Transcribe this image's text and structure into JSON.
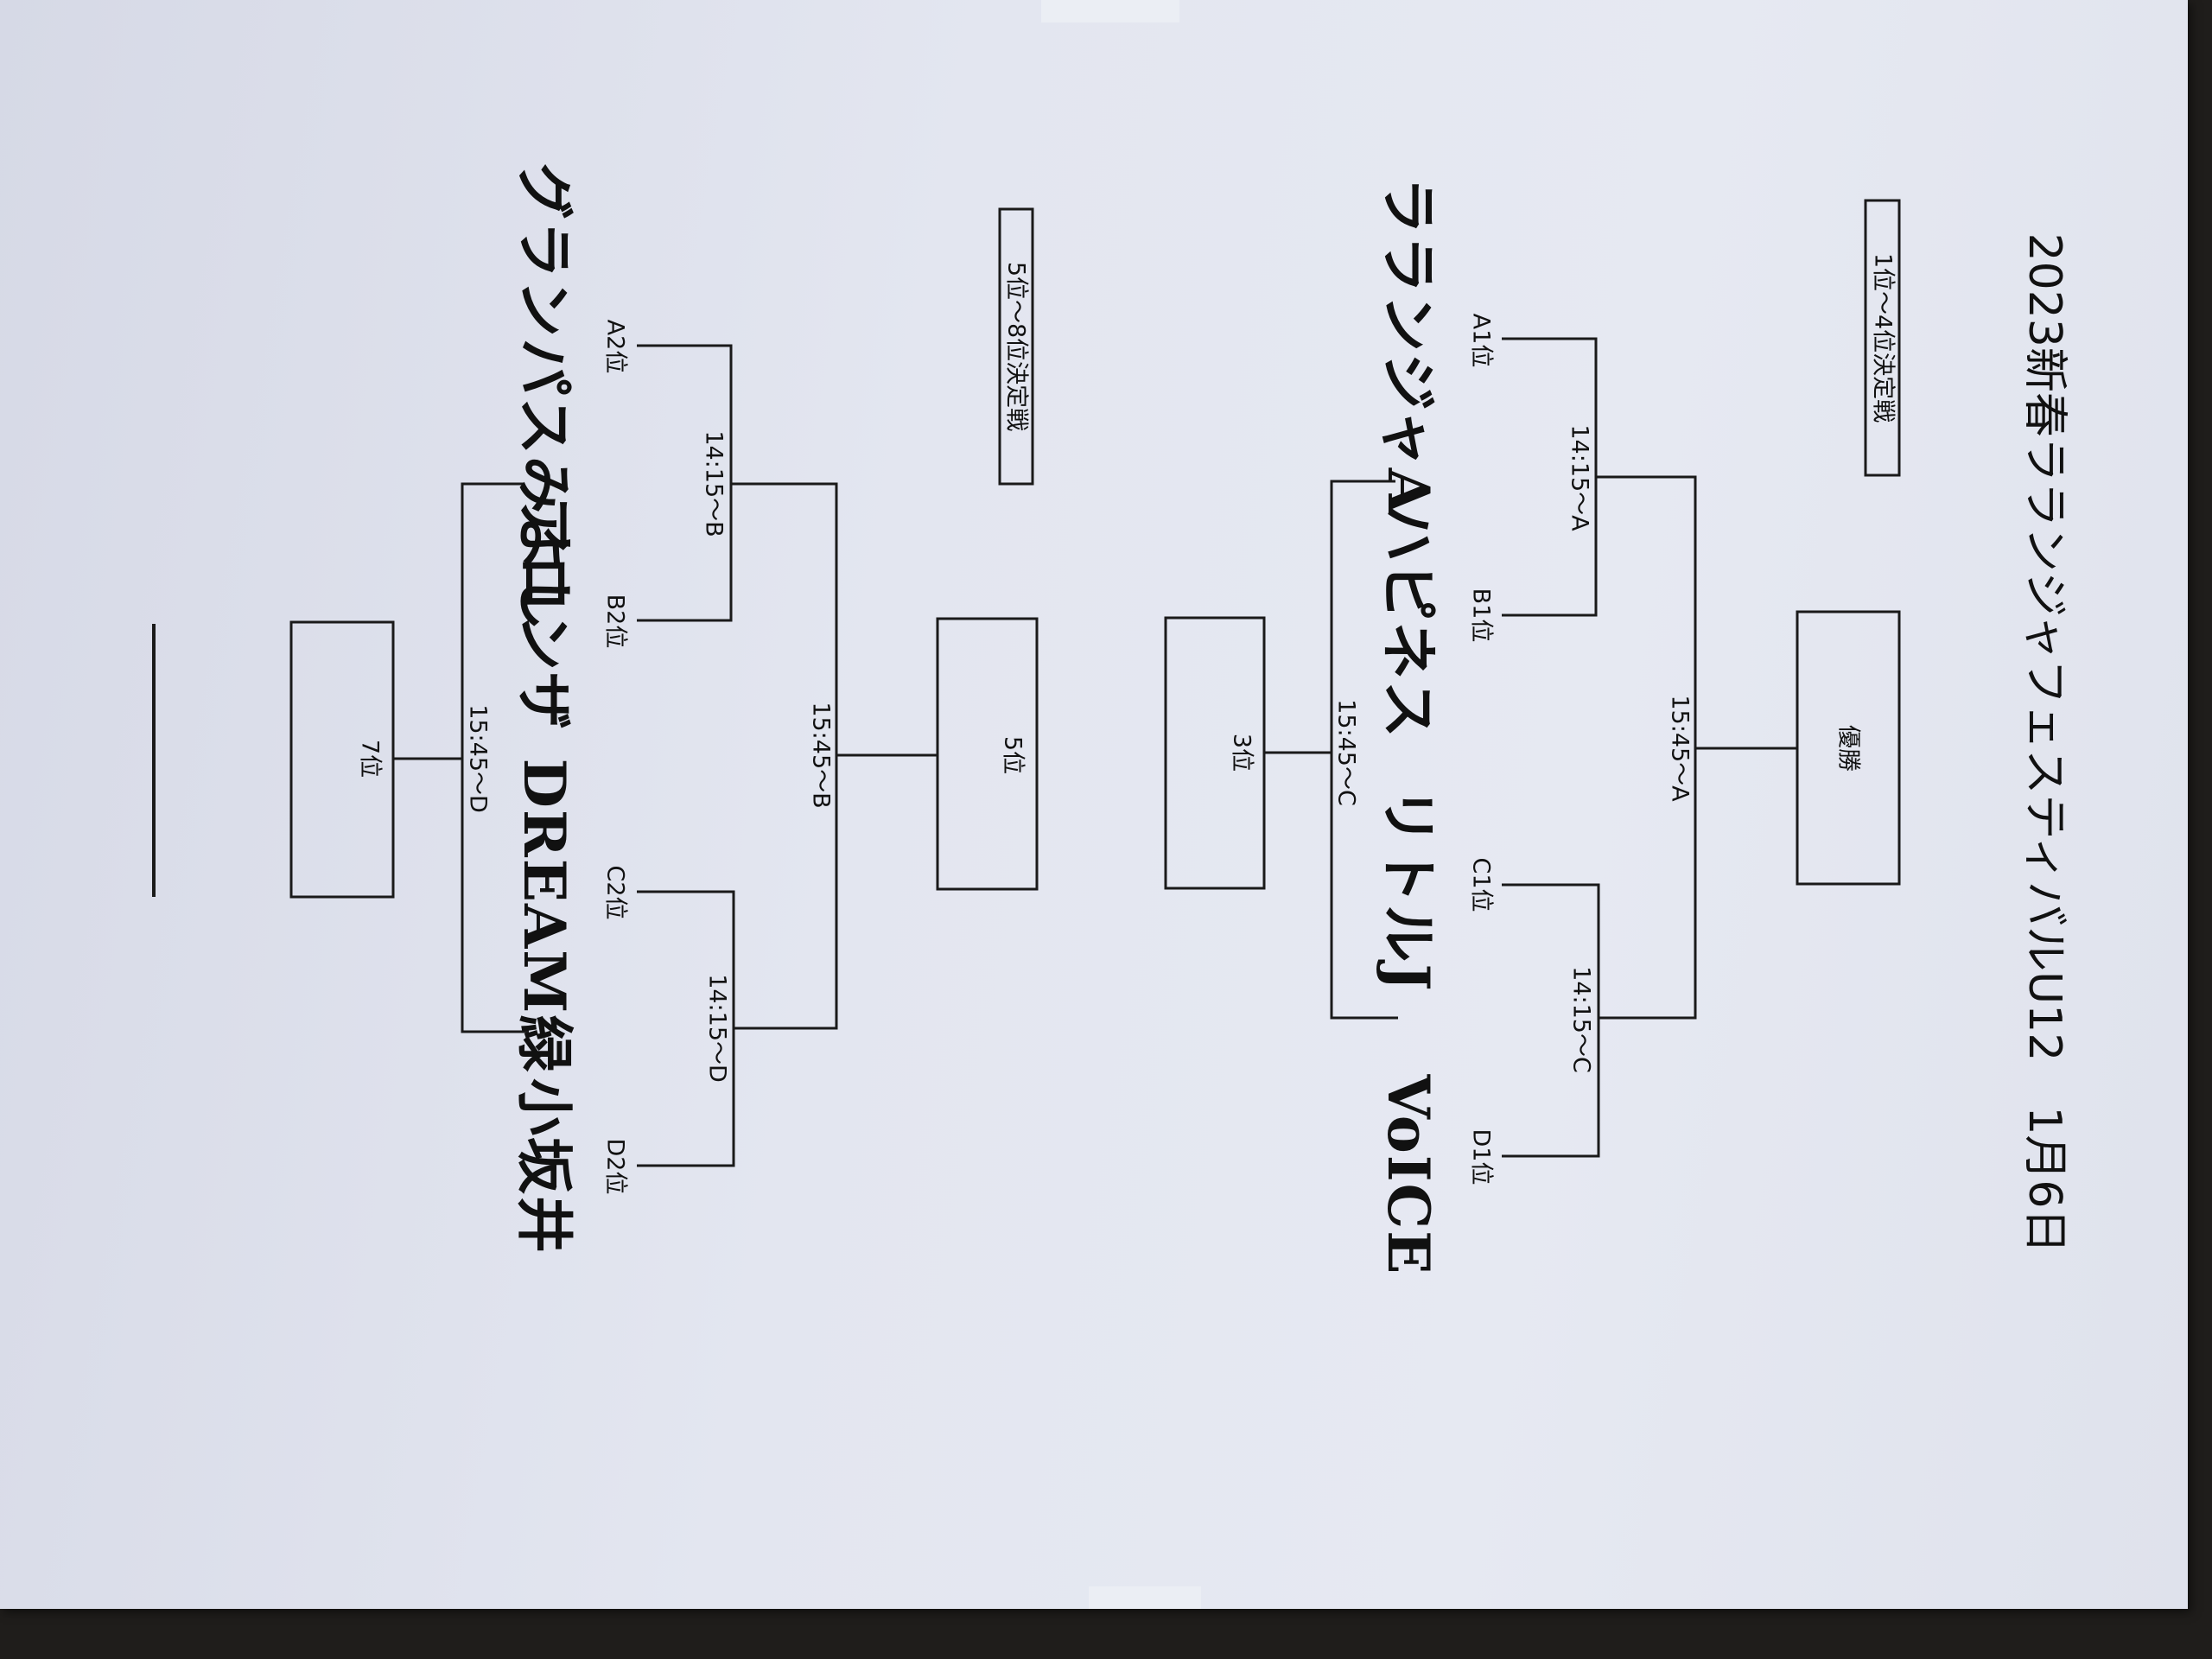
{
  "title": "2023新春ラランジャフェスティバルU12　1月6日",
  "upper_bracket": {
    "heading": "1位～4位決定戦",
    "seeds": {
      "a1": "A1位",
      "b1": "B1位",
      "c1": "C1位",
      "d1": "D1位"
    },
    "teams": {
      "a1": "ラランジャA",
      "b1": "ハピネス",
      "c1": "リトルJ",
      "d1": "VoICE"
    },
    "times": {
      "semi_1": "14:15～A",
      "semi_2": "14:15～C",
      "final": "15:45～A",
      "third_place": "15:45～C"
    },
    "places": {
      "champion": "優勝",
      "third": "3位"
    }
  },
  "lower_bracket": {
    "heading": "5位～8位決定戦",
    "seeds": {
      "a2": "A2位",
      "b2": "B2位",
      "c2": "C2位",
      "d2": "D2位"
    },
    "teams": {
      "a2": "グランパスみよし",
      "b2": "アロンザ",
      "c2": "DREAM緑",
      "d2": "小坂井"
    },
    "times": {
      "semi_1": "14:15～B",
      "semi_2": "14:15～D",
      "fifth_place": "15:45～B",
      "seventh_place": "15:45～D"
    },
    "places": {
      "fifth": "5位",
      "seventh": "7位"
    }
  }
}
